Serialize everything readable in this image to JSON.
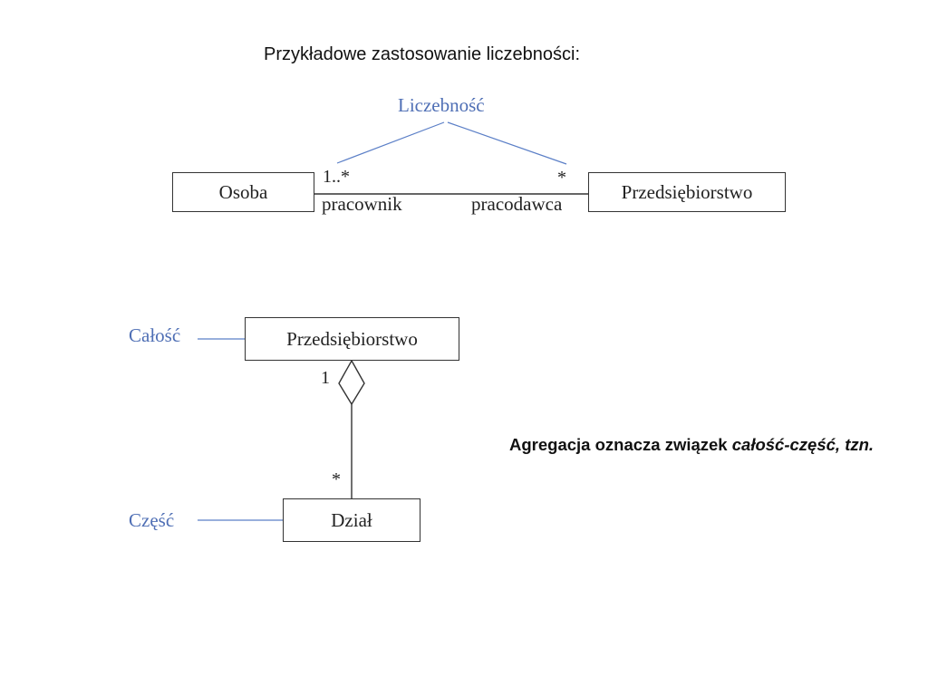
{
  "header": {
    "title": "Przykładowe zastosowanie liczebności:"
  },
  "diagram1": {
    "annotation": "Liczebność",
    "left_class": "Osoba",
    "right_class": "Przedsiębiorstwo",
    "left_multiplicity": "1..*",
    "right_multiplicity": "*",
    "left_role": "pracownik",
    "right_role": "pracodawca"
  },
  "diagram2": {
    "whole_label": "Całość",
    "part_label": "Część",
    "whole_class": "Przedsiębiorstwo",
    "part_class": "Dział",
    "whole_multiplicity": "1",
    "part_multiplicity": "*"
  },
  "caption": {
    "text_bold": "Agregacja oznacza związek ",
    "text_bold_italic": "całość-część, tzn."
  },
  "colors": {
    "annotation": "#4f6fb5",
    "line": "#333333"
  }
}
